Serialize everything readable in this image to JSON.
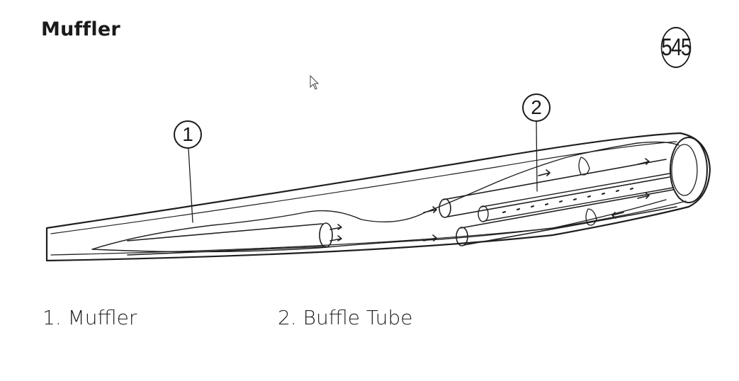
{
  "title": "Muffler",
  "figure_number": "545",
  "callouts": [
    {
      "number": "1"
    },
    {
      "number": "2"
    }
  ],
  "legend": [
    {
      "number": "1.",
      "label": "Muffler"
    },
    {
      "number": "2.",
      "label": "Buffle Tube"
    }
  ]
}
